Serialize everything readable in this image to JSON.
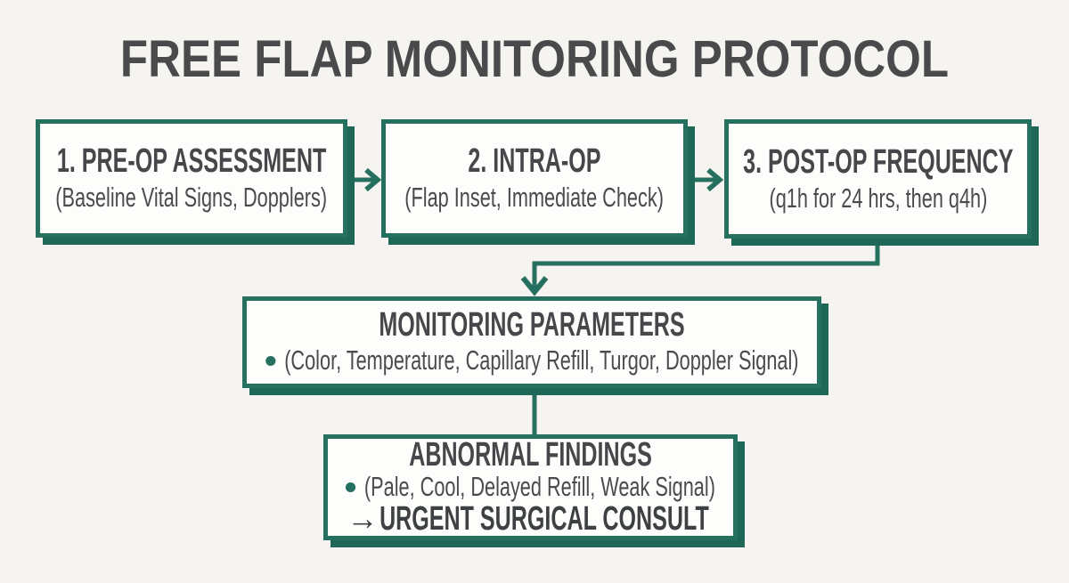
{
  "title": "FREE FLAP MONITORING PROTOCOL",
  "palette": {
    "accent_teal": "#26705f",
    "shadow_teal": "#1f6858",
    "text_dark": "#46474a",
    "background": "#f5f4f1",
    "node_fill": "#fdfdfc"
  },
  "nodes": {
    "preop": {
      "heading": "1. PRE-OP ASSESSMENT",
      "subtext": "(Baseline Vital Signs, Dopplers)"
    },
    "intraop": {
      "heading": "2. INTRA-OP",
      "subtext": "(Flap Inset, Immediate Check)"
    },
    "postop": {
      "heading": "3. POST-OP FREQUENCY",
      "subtext": "(q1h for 24 hrs, then q4h)"
    },
    "monitoring": {
      "heading": "MONITORING PARAMETERS",
      "subtext": "(Color, Temperature, Capillary Refill, Turgor, Doppler Signal)"
    },
    "abnormal": {
      "heading": "ABNORMAL FINDINGS",
      "subtext": "(Pale, Cool, Delayed Refill, Weak Signal)",
      "action_arrow": "→",
      "action_label": "URGENT SURGICAL CONSULT"
    }
  }
}
